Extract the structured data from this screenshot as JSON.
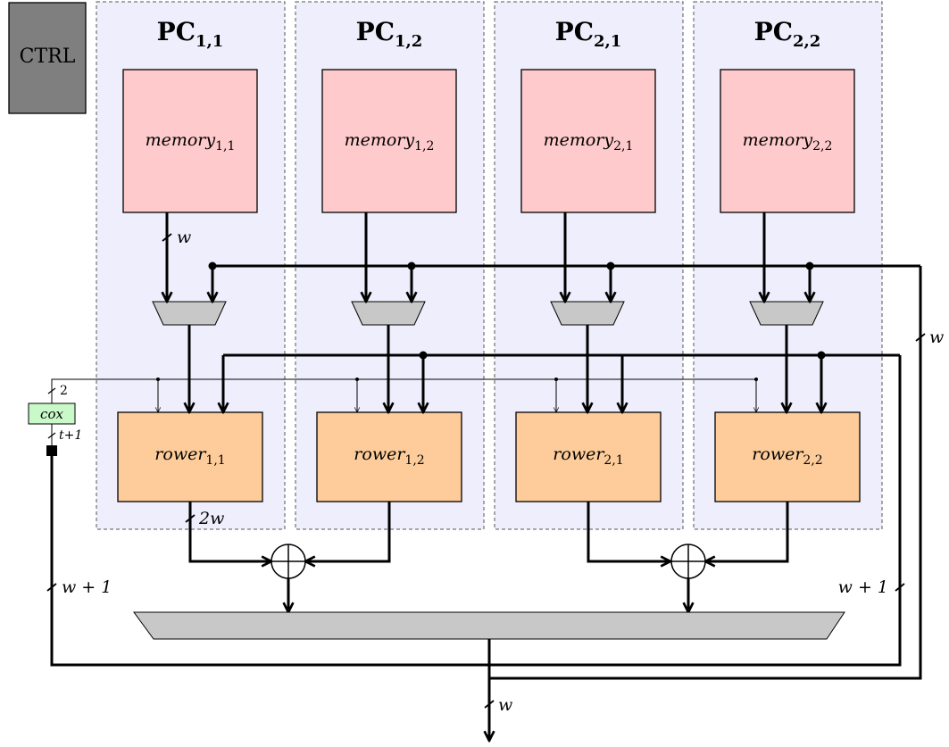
{
  "ctrl": {
    "label": "CTRL"
  },
  "pcs": [
    {
      "title": "PC",
      "sub": "1,1",
      "memory": "memory",
      "memory_sub": "1,1",
      "rower": "rower",
      "rower_sub": "1,1"
    },
    {
      "title": "PC",
      "sub": "1,2",
      "memory": "memory",
      "memory_sub": "1,2",
      "rower": "rower",
      "rower_sub": "1,2"
    },
    {
      "title": "PC",
      "sub": "2,1",
      "memory": "memory",
      "memory_sub": "2,1",
      "rower": "rower",
      "rower_sub": "2,1"
    },
    {
      "title": "PC",
      "sub": "2,2",
      "memory": "memory",
      "memory_sub": "2,2",
      "rower": "rower",
      "rower_sub": "2,2"
    }
  ],
  "cox": {
    "label": "cox",
    "in_width": "2",
    "out_width": "t+1"
  },
  "widths": {
    "memory_out": "w",
    "right_bus": "w",
    "rower_out": "2w",
    "left_feedback": "w + 1",
    "right_feedback": "w + 1",
    "final_out": "w"
  },
  "adder_symbol": "+",
  "colors": {
    "pc_background": "#eeeefc",
    "memory_fill": "#fecacb",
    "rower_fill": "#fdcc9a",
    "mux_fill": "#c8c8c8",
    "cox_fill": "#c9f8c9",
    "ctrl_fill": "#7f7f7f"
  }
}
